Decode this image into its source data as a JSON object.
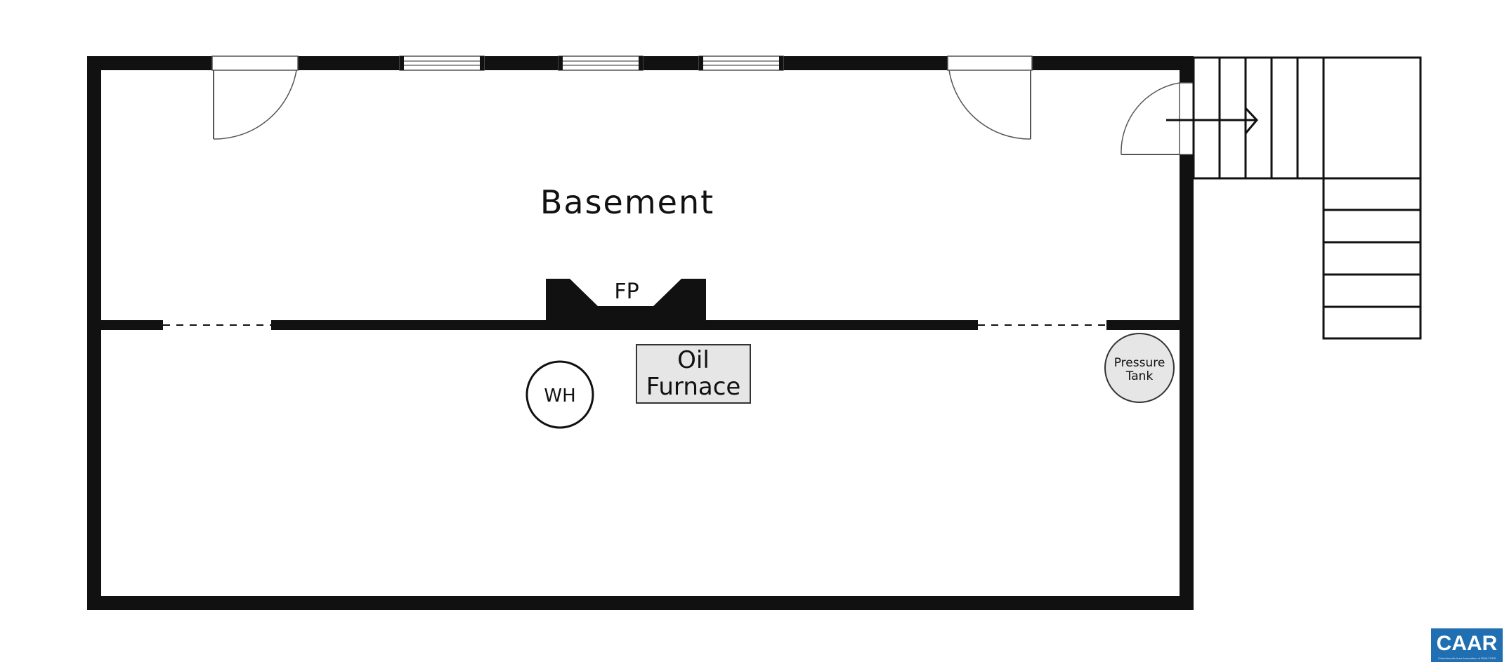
{
  "floor_plan": {
    "room_label": "Basement",
    "fireplace_label": "FP",
    "water_heater_label": "WH",
    "furnace_label_line1": "Oil",
    "furnace_label_line2": "Furnace",
    "pressure_tank_line1": "Pressure",
    "pressure_tank_line2": "Tank"
  },
  "logo": {
    "text": "CAAR",
    "tagline": "Charlottesville Area Association of REALTORS",
    "brand_color": "#1f6fb2"
  },
  "colors": {
    "wall": "#111111",
    "fixture_fill": "#e6e6e6",
    "background": "#ffffff"
  }
}
